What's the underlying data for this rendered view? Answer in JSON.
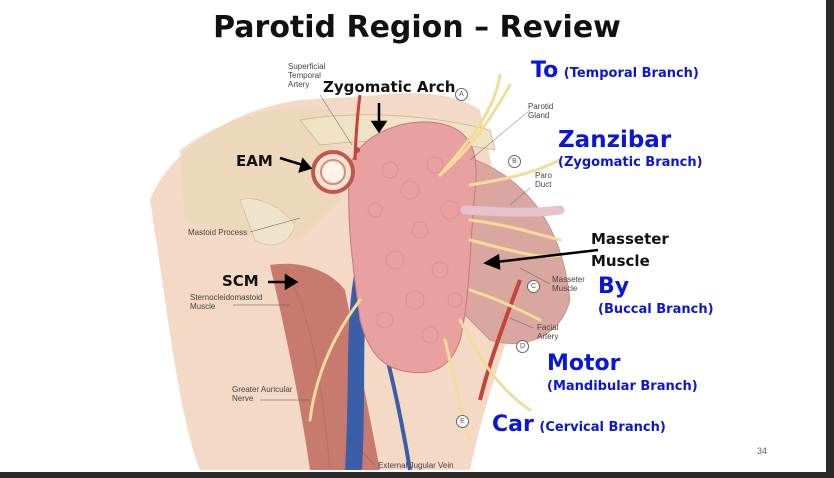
{
  "title": "Parotid Region – Review",
  "labels": {
    "superficial_temporal_artery": [
      "Superficial",
      "Temporal",
      "Artery"
    ],
    "parotid_gland": [
      "Parotid",
      "Gland"
    ],
    "parotid_duct": [
      "Paro",
      "Duct"
    ],
    "mastoid_process": "Mastoid Process",
    "sternocleidomastoid": [
      "Sternocleidomastoid",
      "Muscle"
    ],
    "masseter_muscle": [
      "Masseter",
      "Muscle"
    ],
    "facial_artery": [
      "Facial",
      "Artery"
    ],
    "greater_auricular_nerve": [
      "Greater Auricular",
      "Nerve"
    ],
    "external_jugular_vein": "External Jugular Vein"
  },
  "callouts": {
    "zygomatic_arch": "Zygomatic Arch",
    "eam": "EAM",
    "scm": "SCM",
    "masseter_line1": "Masseter",
    "masseter_line2": "Muscle"
  },
  "markers": [
    "A",
    "B",
    "C",
    "D",
    "E"
  ],
  "mnemonic": [
    {
      "word": "To",
      "branch": "(Temporal Branch)"
    },
    {
      "word": "Zanzibar",
      "branch": "(Zygomatic Branch)"
    },
    {
      "word": "By",
      "branch": "(Buccal Branch)"
    },
    {
      "word": "Motor",
      "branch": "(Mandibular Branch)"
    },
    {
      "word": "Car",
      "branch": "(Cervical Branch)"
    }
  ],
  "page_number": "34",
  "colors": {
    "mnemonic": "#0a16d8",
    "gland": "#e8a0a0",
    "vein": "#3a5fa8",
    "nerve": "#f2dc9a"
  }
}
